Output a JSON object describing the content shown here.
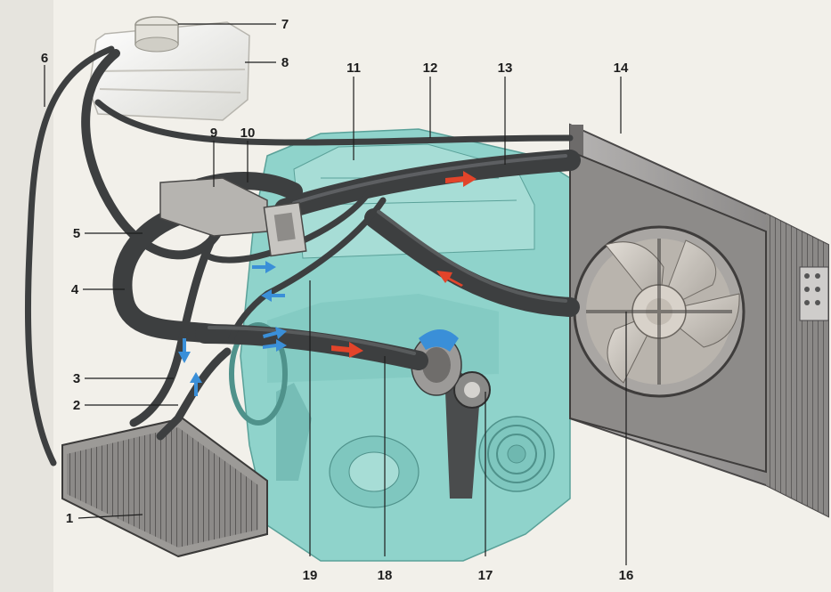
{
  "figure": {
    "colors": {
      "engine": "#8fd3cb",
      "engine_shadow": "#6fb8b0",
      "hose": "#3d3f40",
      "hose_highlight": "#6b6e70",
      "radiator": "#9a9898",
      "tank": "#f4f4f0",
      "flow_red": "#e2442a",
      "flow_blue": "#3a8fd8",
      "background": "#f2f0ea"
    },
    "callouts": [
      {
        "id": "1",
        "text": "1"
      },
      {
        "id": "2",
        "text": "2"
      },
      {
        "id": "3",
        "text": "3"
      },
      {
        "id": "4",
        "text": "4"
      },
      {
        "id": "5",
        "text": "5"
      },
      {
        "id": "6",
        "text": "6"
      },
      {
        "id": "7",
        "text": "7"
      },
      {
        "id": "8",
        "text": "8"
      },
      {
        "id": "9",
        "text": "9"
      },
      {
        "id": "10",
        "text": "10"
      },
      {
        "id": "11",
        "text": "11"
      },
      {
        "id": "12",
        "text": "12"
      },
      {
        "id": "13",
        "text": "13"
      },
      {
        "id": "14",
        "text": "14"
      },
      {
        "id": "16",
        "text": "16"
      },
      {
        "id": "17",
        "text": "17"
      },
      {
        "id": "18",
        "text": "18"
      },
      {
        "id": "19",
        "text": "19"
      }
    ]
  }
}
